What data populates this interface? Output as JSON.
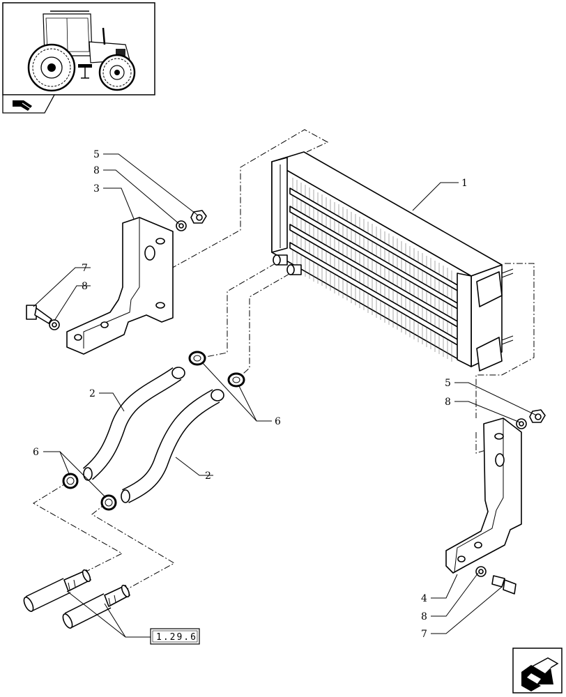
{
  "callouts": {
    "c1": "1",
    "c2a": "2",
    "c2b": "2",
    "c3": "3",
    "c4": "4",
    "c5a": "5",
    "c5b": "5",
    "c6a": "6",
    "c6b": "6",
    "c7a": "7",
    "c7b": "7",
    "c8a": "8",
    "c8b": "8",
    "c8c": "8",
    "c8d": "8"
  },
  "reference_box": "1.29.6",
  "icons": {
    "thumbnail": "tractor-thumbnail-icon",
    "back": "back-arrow-icon",
    "forward": "forward-arrow-icon"
  }
}
